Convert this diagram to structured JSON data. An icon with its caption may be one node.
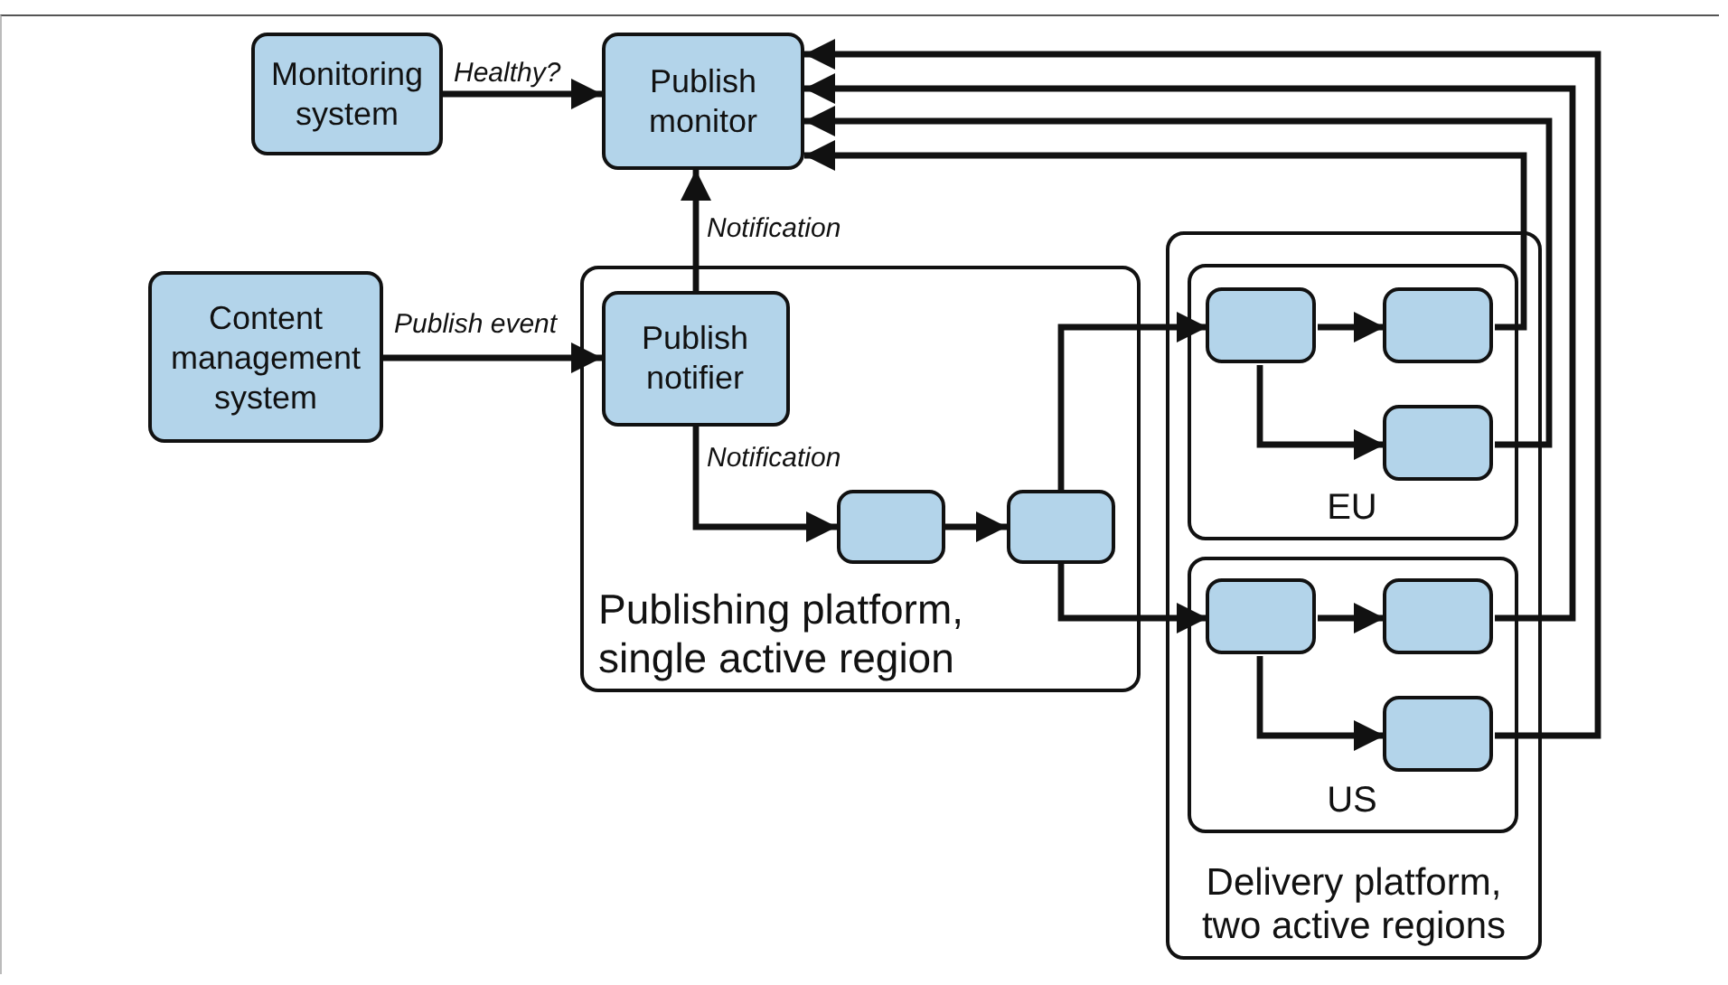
{
  "diagram": {
    "nodes": [
      {
        "text": [
          "Monitoring system"
        ]
      },
      {
        "text": [
          "Publish monitor"
        ]
      },
      {
        "text": [
          "Content management system"
        ]
      },
      {
        "text": [
          "Publishing platform, single active region"
        ]
      },
      {
        "text": [
          "Publish notifier"
        ],
        "in": 3
      },
      {
        "text": [],
        "shape": "box",
        "in": 3
      },
      {
        "text": [],
        "shape": "box",
        "in": 3
      },
      {
        "text": [
          "Delivery platform, two active regions"
        ]
      },
      {
        "text": [
          "EU"
        ],
        "in": 7
      },
      {
        "text": [],
        "shape": "box",
        "in": 8
      },
      {
        "text": [],
        "shape": "box",
        "in": 8
      },
      {
        "text": [],
        "shape": "box",
        "in": 8
      },
      {
        "text": [
          "US"
        ],
        "in": 7
      },
      {
        "text": [],
        "shape": "box",
        "in": 12
      },
      {
        "text": [],
        "shape": "box",
        "in": 12
      },
      {
        "text": [],
        "shape": "box",
        "in": 12
      }
    ],
    "edges": [
      {
        "from": 0,
        "to": 1,
        "arrow": "to",
        "label": "Healthy?"
      },
      {
        "from": 4,
        "to": 1,
        "arrow": "to",
        "label": "Notification"
      },
      {
        "from": 2,
        "to": 4,
        "arrow": "to",
        "label": "Publish event"
      },
      {
        "from": 4,
        "to": 5,
        "arrow": "to",
        "label": "Notification"
      },
      {
        "from": 5,
        "to": 6,
        "arrow": "to"
      },
      {
        "from": 6,
        "to": 9,
        "arrow": "to"
      },
      {
        "from": 6,
        "to": 13,
        "arrow": "to"
      },
      {
        "from": 9,
        "to": 10,
        "arrow": "to"
      },
      {
        "from": 9,
        "to": 11,
        "arrow": "to"
      },
      {
        "from": 13,
        "to": 14,
        "arrow": "to"
      },
      {
        "from": 13,
        "to": 15,
        "arrow": "to"
      },
      {
        "from": 10,
        "to": 1,
        "arrow": "to"
      },
      {
        "from": 11,
        "to": 1,
        "arrow": "to"
      },
      {
        "from": 14,
        "to": 1,
        "arrow": "to"
      },
      {
        "from": 15,
        "to": 1,
        "arrow": "to"
      }
    ]
  }
}
